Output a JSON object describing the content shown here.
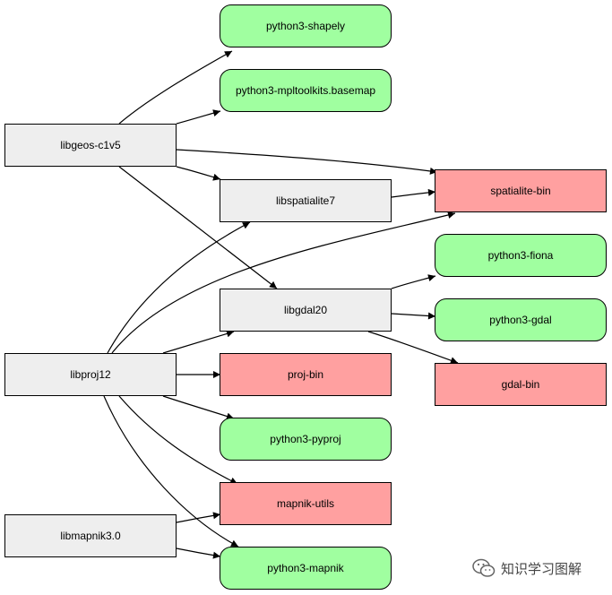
{
  "nodes": {
    "python3_shapely": "python3-shapely",
    "python3_mpltoolkits_basemap": "python3-mpltoolkits.basemap",
    "libgeos_c1v5": "libgeos-c1v5",
    "libspatialite7": "libspatialite7",
    "spatialite_bin": "spatialite-bin",
    "python3_fiona": "python3-fiona",
    "libgdal20": "libgdal20",
    "python3_gdal": "python3-gdal",
    "gdal_bin": "gdal-bin",
    "libproj12": "libproj12",
    "proj_bin": "proj-bin",
    "python3_pyproj": "python3-pyproj",
    "mapnik_utils": "mapnik-utils",
    "libmapnik3_0": "libmapnik3.0",
    "python3_mapnik": "python3-mapnik"
  },
  "colors": {
    "library": "#eeeeee",
    "binary": "#ffa0a0",
    "python": "#a0ffa0",
    "edge": "#000000"
  },
  "edges": [
    [
      "libgeos_c1v5",
      "python3_shapely"
    ],
    [
      "libgeos_c1v5",
      "python3_mpltoolkits_basemap"
    ],
    [
      "libgeos_c1v5",
      "spatialite_bin"
    ],
    [
      "libgeos_c1v5",
      "libspatialite7"
    ],
    [
      "libgeos_c1v5",
      "libgdal20"
    ],
    [
      "libspatialite7",
      "spatialite_bin"
    ],
    [
      "libproj12",
      "libspatialite7"
    ],
    [
      "libproj12",
      "spatialite_bin"
    ],
    [
      "libproj12",
      "libgdal20"
    ],
    [
      "libproj12",
      "proj_bin"
    ],
    [
      "libproj12",
      "python3_pyproj"
    ],
    [
      "libproj12",
      "mapnik_utils"
    ],
    [
      "libproj12",
      "python3_mapnik"
    ],
    [
      "libgdal20",
      "python3_fiona"
    ],
    [
      "libgdal20",
      "python3_gdal"
    ],
    [
      "libgdal20",
      "gdal_bin"
    ],
    [
      "libmapnik3_0",
      "mapnik_utils"
    ],
    [
      "libmapnik3_0",
      "python3_mapnik"
    ]
  ],
  "watermark": {
    "icon": "wechat-icon",
    "text": "知识学习图解"
  }
}
